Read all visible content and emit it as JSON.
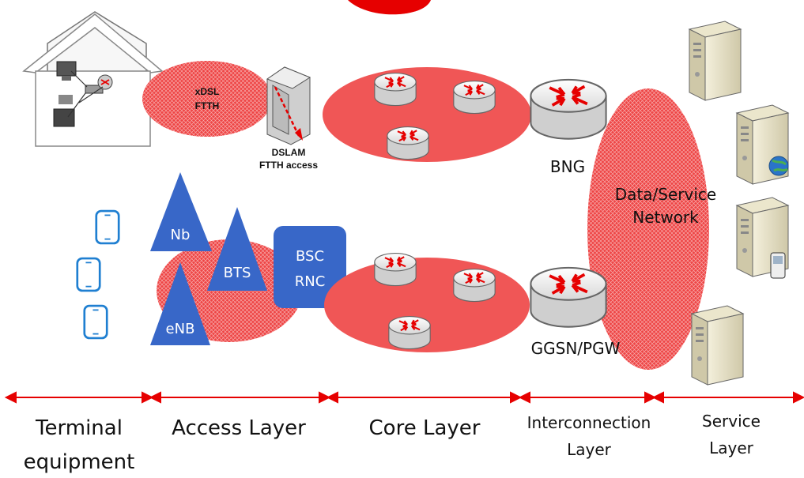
{
  "colors": {
    "accent_red": "#e60000",
    "oval_fill": "#f05656",
    "blue": "#3867c8",
    "phone_blue": "#1f7fd1"
  },
  "access": {
    "xdsl_label": "xDSL",
    "ftth_label": "FTTH",
    "dslam_label": "DSLAM",
    "ftth_access_label": "FTTH access"
  },
  "radio": {
    "nb_label": "Nb",
    "bts_label": "BTS",
    "enb_label": "eNB",
    "bsc_label": "BSC",
    "rnc_label": "RNC"
  },
  "gateways": {
    "bng_label": "BNG",
    "ggsn_label": "GGSN/PGW"
  },
  "network": {
    "data_label": "Data/Service",
    "network_label": "Network"
  },
  "layers": [
    {
      "line1": "Terminal",
      "line2": "equipment"
    },
    {
      "line1": "Access Layer",
      "line2": ""
    },
    {
      "line1": "Core Layer",
      "line2": ""
    },
    {
      "line1": "Interconnection",
      "line2": "Layer"
    },
    {
      "line1": "Service",
      "line2": "Layer"
    }
  ],
  "icons": {
    "house": "house-with-computers-icon",
    "phone": "smartphone-icon",
    "router": "router-icon",
    "server": "server-icon"
  }
}
